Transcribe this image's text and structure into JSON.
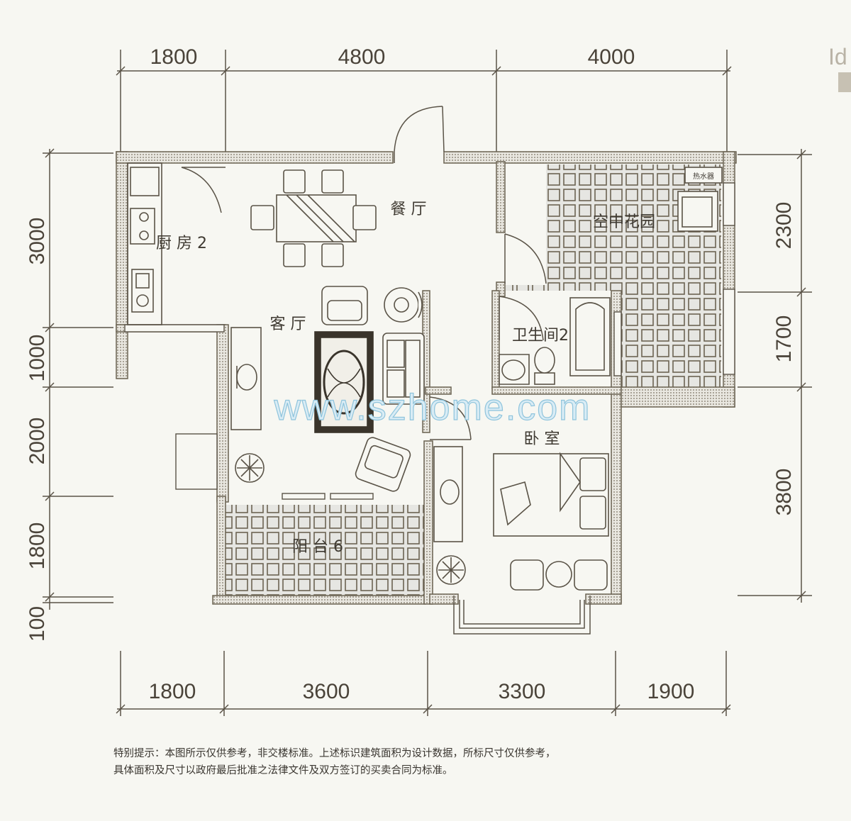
{
  "dimensions": {
    "top": [
      "1800",
      "4800",
      "4000"
    ],
    "bottom": [
      "1800",
      "3600",
      "3300",
      "1900"
    ],
    "left": [
      "3000",
      "1000",
      "2000",
      "1800",
      "100"
    ],
    "right": [
      "2300",
      "1700",
      "3800"
    ]
  },
  "rooms": {
    "dining": "餐 厅",
    "kitchen": "厨 房 2",
    "living": "客 厅",
    "sky_garden": "空中花园",
    "bathroom": "卫生间2",
    "bedroom": "卧 室",
    "balcony": "阳 台 6",
    "water_heater": "热水器"
  },
  "watermark": "www.szhome.com",
  "brand": "Id",
  "notes": {
    "line1": "特别提示：本图所示仅供参考，非交楼标准。上述标识建筑面积为设计数据，所标尺寸仅供参考，",
    "line2": "具体面积及尺寸以政府最后批准之法律文件及双方签订的买卖合同为标准。"
  },
  "colors": {
    "wall": "#6b6352",
    "line": "#5a5347",
    "tile_fill": "#e3e3df",
    "background": "#f7f7f2"
  }
}
